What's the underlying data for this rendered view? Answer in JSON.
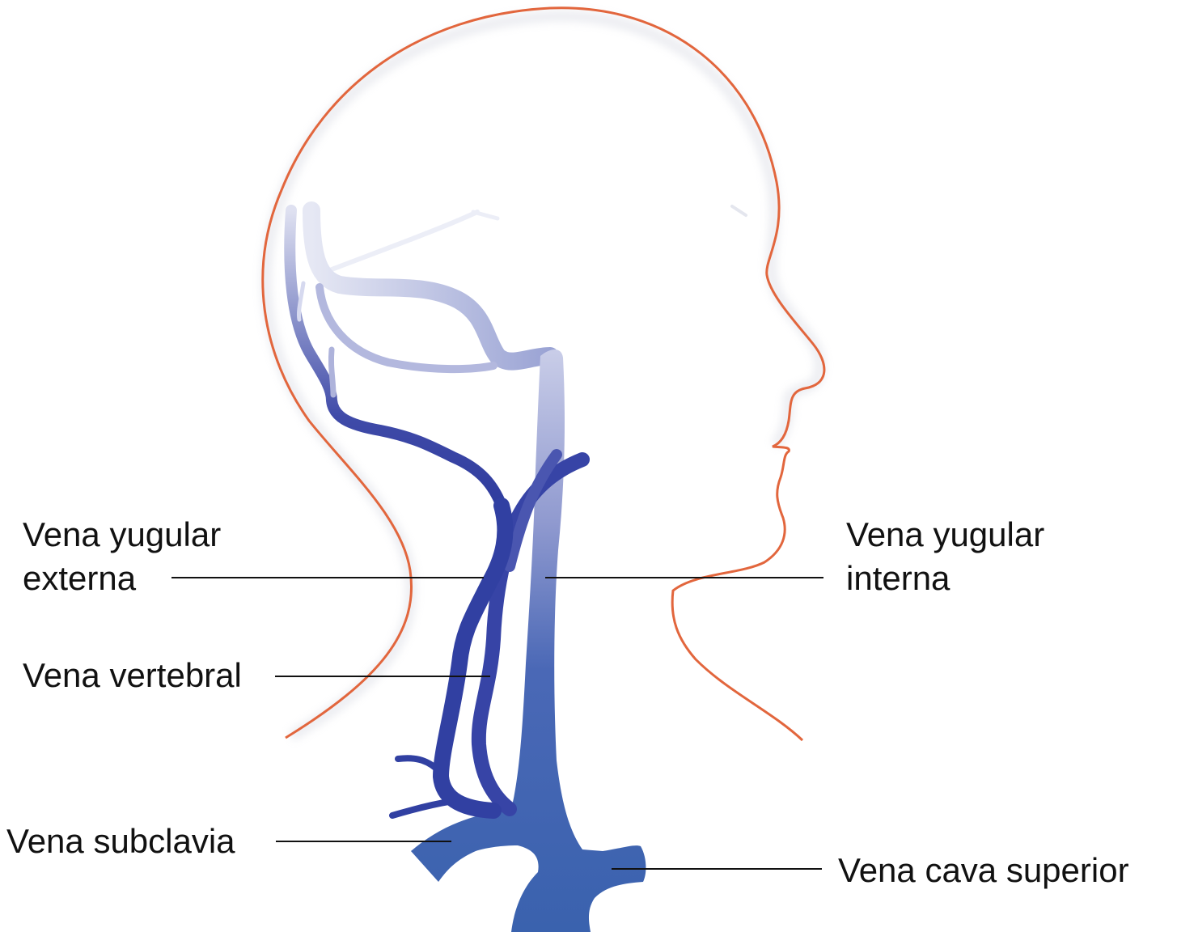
{
  "labels": {
    "external_jugular": {
      "line1": "Vena yugular",
      "line2": "externa"
    },
    "internal_jugular": {
      "line1": "Vena yugular",
      "line2": "interna"
    },
    "vertebral": "Vena vertebral",
    "subclavian": "Vena subclavia",
    "superior_vena_cava": "Vena cava superior"
  },
  "colors": {
    "outline": "#e2663d",
    "vein_dark": "#2f3f9f",
    "vein_mid": "#4060b0",
    "vein_light": "#d6d9ef",
    "text": "#111111"
  }
}
